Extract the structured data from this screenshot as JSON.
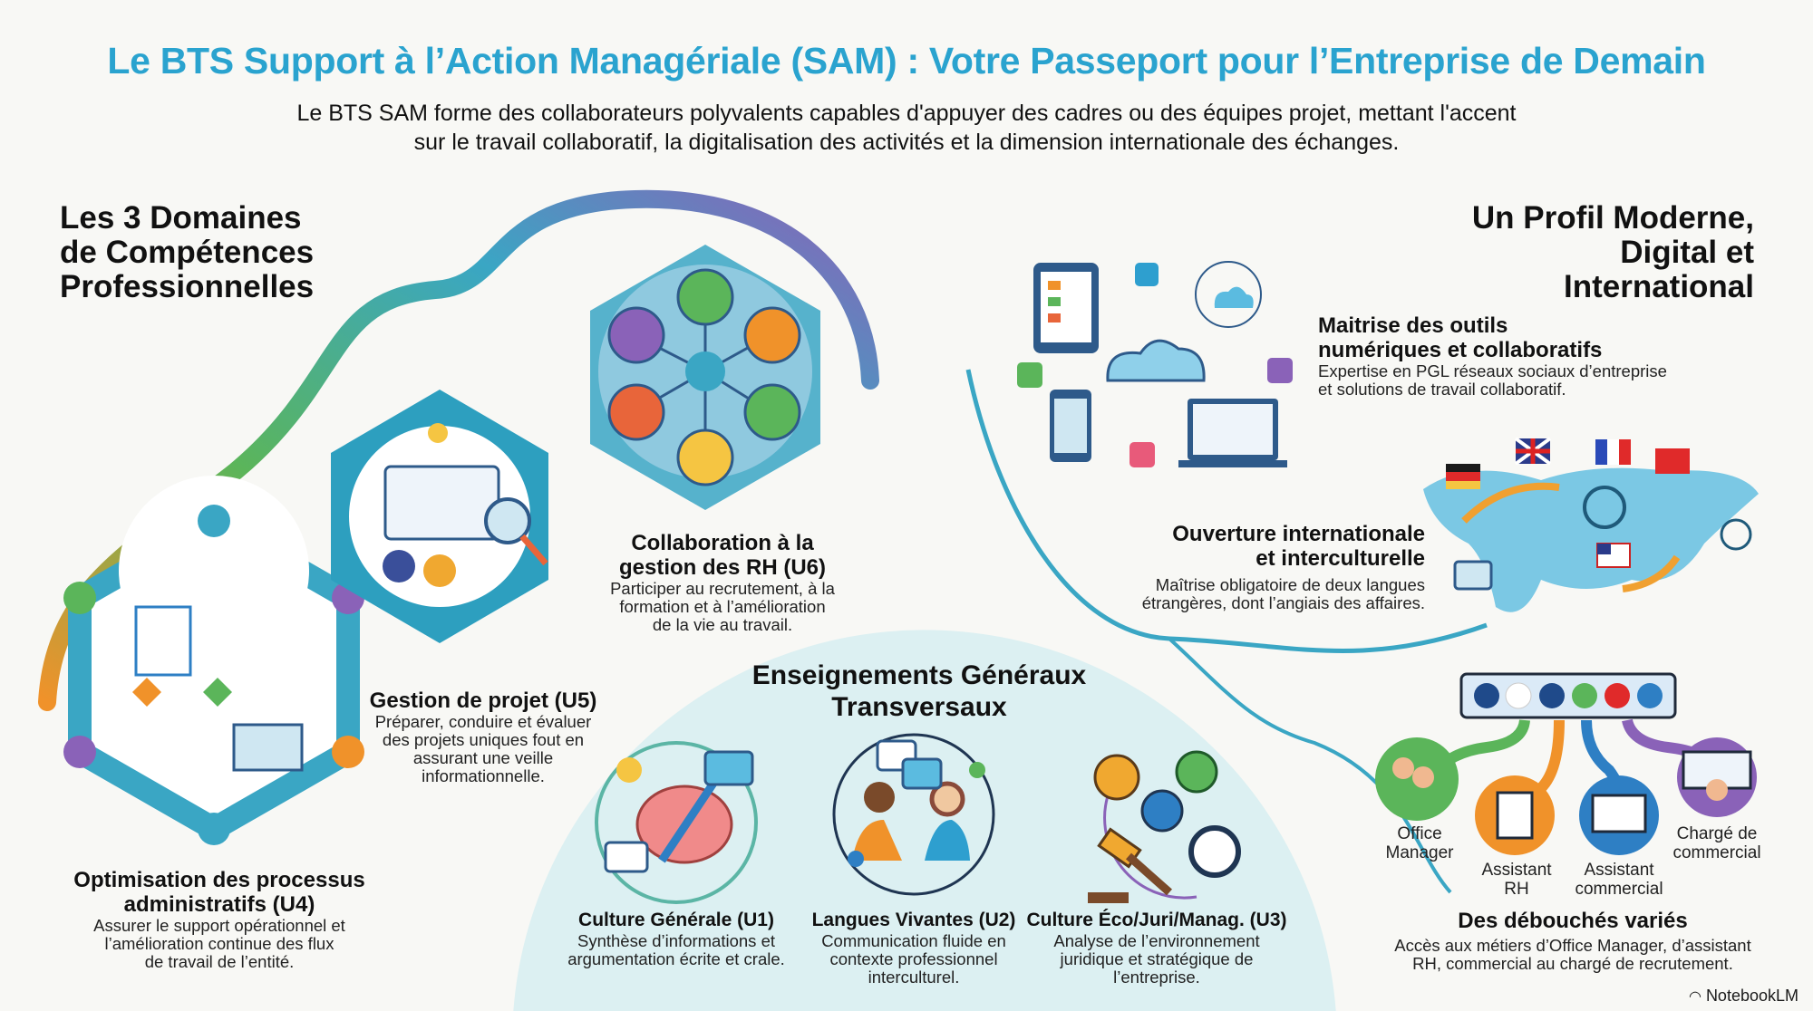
{
  "header": {
    "title": "Le BTS Support à l’Action Managériale (SAM) : Votre Passeport pour l’Entreprise de Demain",
    "subtitle_line1": "Le BTS SAM forme des collaborateurs polyvalents capables d'appuyer des cadres ou des équipes projet, mettant l'accent",
    "subtitle_line2": "sur le travail collaboratif, la digitalisation des activités et la dimension internationale des échanges."
  },
  "domains": {
    "heading": [
      "Les 3 Domaines",
      "de Compétences",
      "Professionnelles"
    ],
    "items": [
      {
        "title": [
          "Optimisation des processus",
          "administratifs (U4)"
        ],
        "desc": [
          "Assurer le support opérationnel et",
          "l’amélioration continue des flux",
          "de travail de l’entité."
        ]
      },
      {
        "title": [
          "Gestion de projet (U5)"
        ],
        "desc": [
          "Préparer, conduire et évaluer",
          "des projets uniques fout en",
          "assurant une veille",
          "informationnelle."
        ]
      },
      {
        "title": [
          "Collaboration à la",
          "gestion des RH (U6)"
        ],
        "desc": [
          "Participer au recrutement, à la",
          "formation et à l’amélioration",
          "de la vie au travail."
        ]
      }
    ]
  },
  "general": {
    "heading": [
      "Enseignements Généraux",
      "Transversaux"
    ],
    "items": [
      {
        "title": "Culture Générale (U1)",
        "desc": [
          "Synthèse d’informations et",
          "argumentation écrite et crale."
        ]
      },
      {
        "title": "Langues Vivantes (U2)",
        "desc": [
          "Communication fluide en",
          "contexte professionnel",
          "interculturel."
        ]
      },
      {
        "title": "Culture Éco/Juri/Manag. (U3)",
        "desc": [
          "Analyse de l’environnement",
          "juridique et stratégique de",
          "l’entreprise."
        ]
      }
    ]
  },
  "profile": {
    "heading": [
      "Un Profil Moderne,",
      "Digital et",
      "International"
    ],
    "digital": {
      "title": [
        "Maitrise des outils",
        "numériques et collaboratifs"
      ],
      "desc": [
        "Expertise en PGL réseaux sociaux d’entreprise",
        "et solutions de travail collaboratif."
      ]
    },
    "international": {
      "title": [
        "Ouverture internationale",
        "et interculturelle"
      ],
      "desc": [
        "Maîtrise obligatoire de deux langues",
        "étrangères, dont l’angiais des affaires."
      ]
    },
    "careers": {
      "jobs": [
        [
          "Office",
          "Manager"
        ],
        [
          "Assistant",
          "RH"
        ],
        [
          "Assistant",
          "commercial"
        ],
        [
          "Chargé de",
          "commercial"
        ]
      ],
      "title": "Des débouchés variés",
      "desc": [
        "Accès aux métiers d’Office Manager, d’assistant",
        "RH, commercial au chargé de recrutement."
      ]
    }
  },
  "footer": {
    "brand": "NotebookLM"
  },
  "colors": {
    "accent": "#2aa3cf",
    "teal": "#3aa6c4",
    "orange": "#f0922a",
    "green": "#5bb55a",
    "purple": "#8a62b8",
    "blue": "#2e7fc4",
    "bg_circle": "#dcf0f2"
  }
}
